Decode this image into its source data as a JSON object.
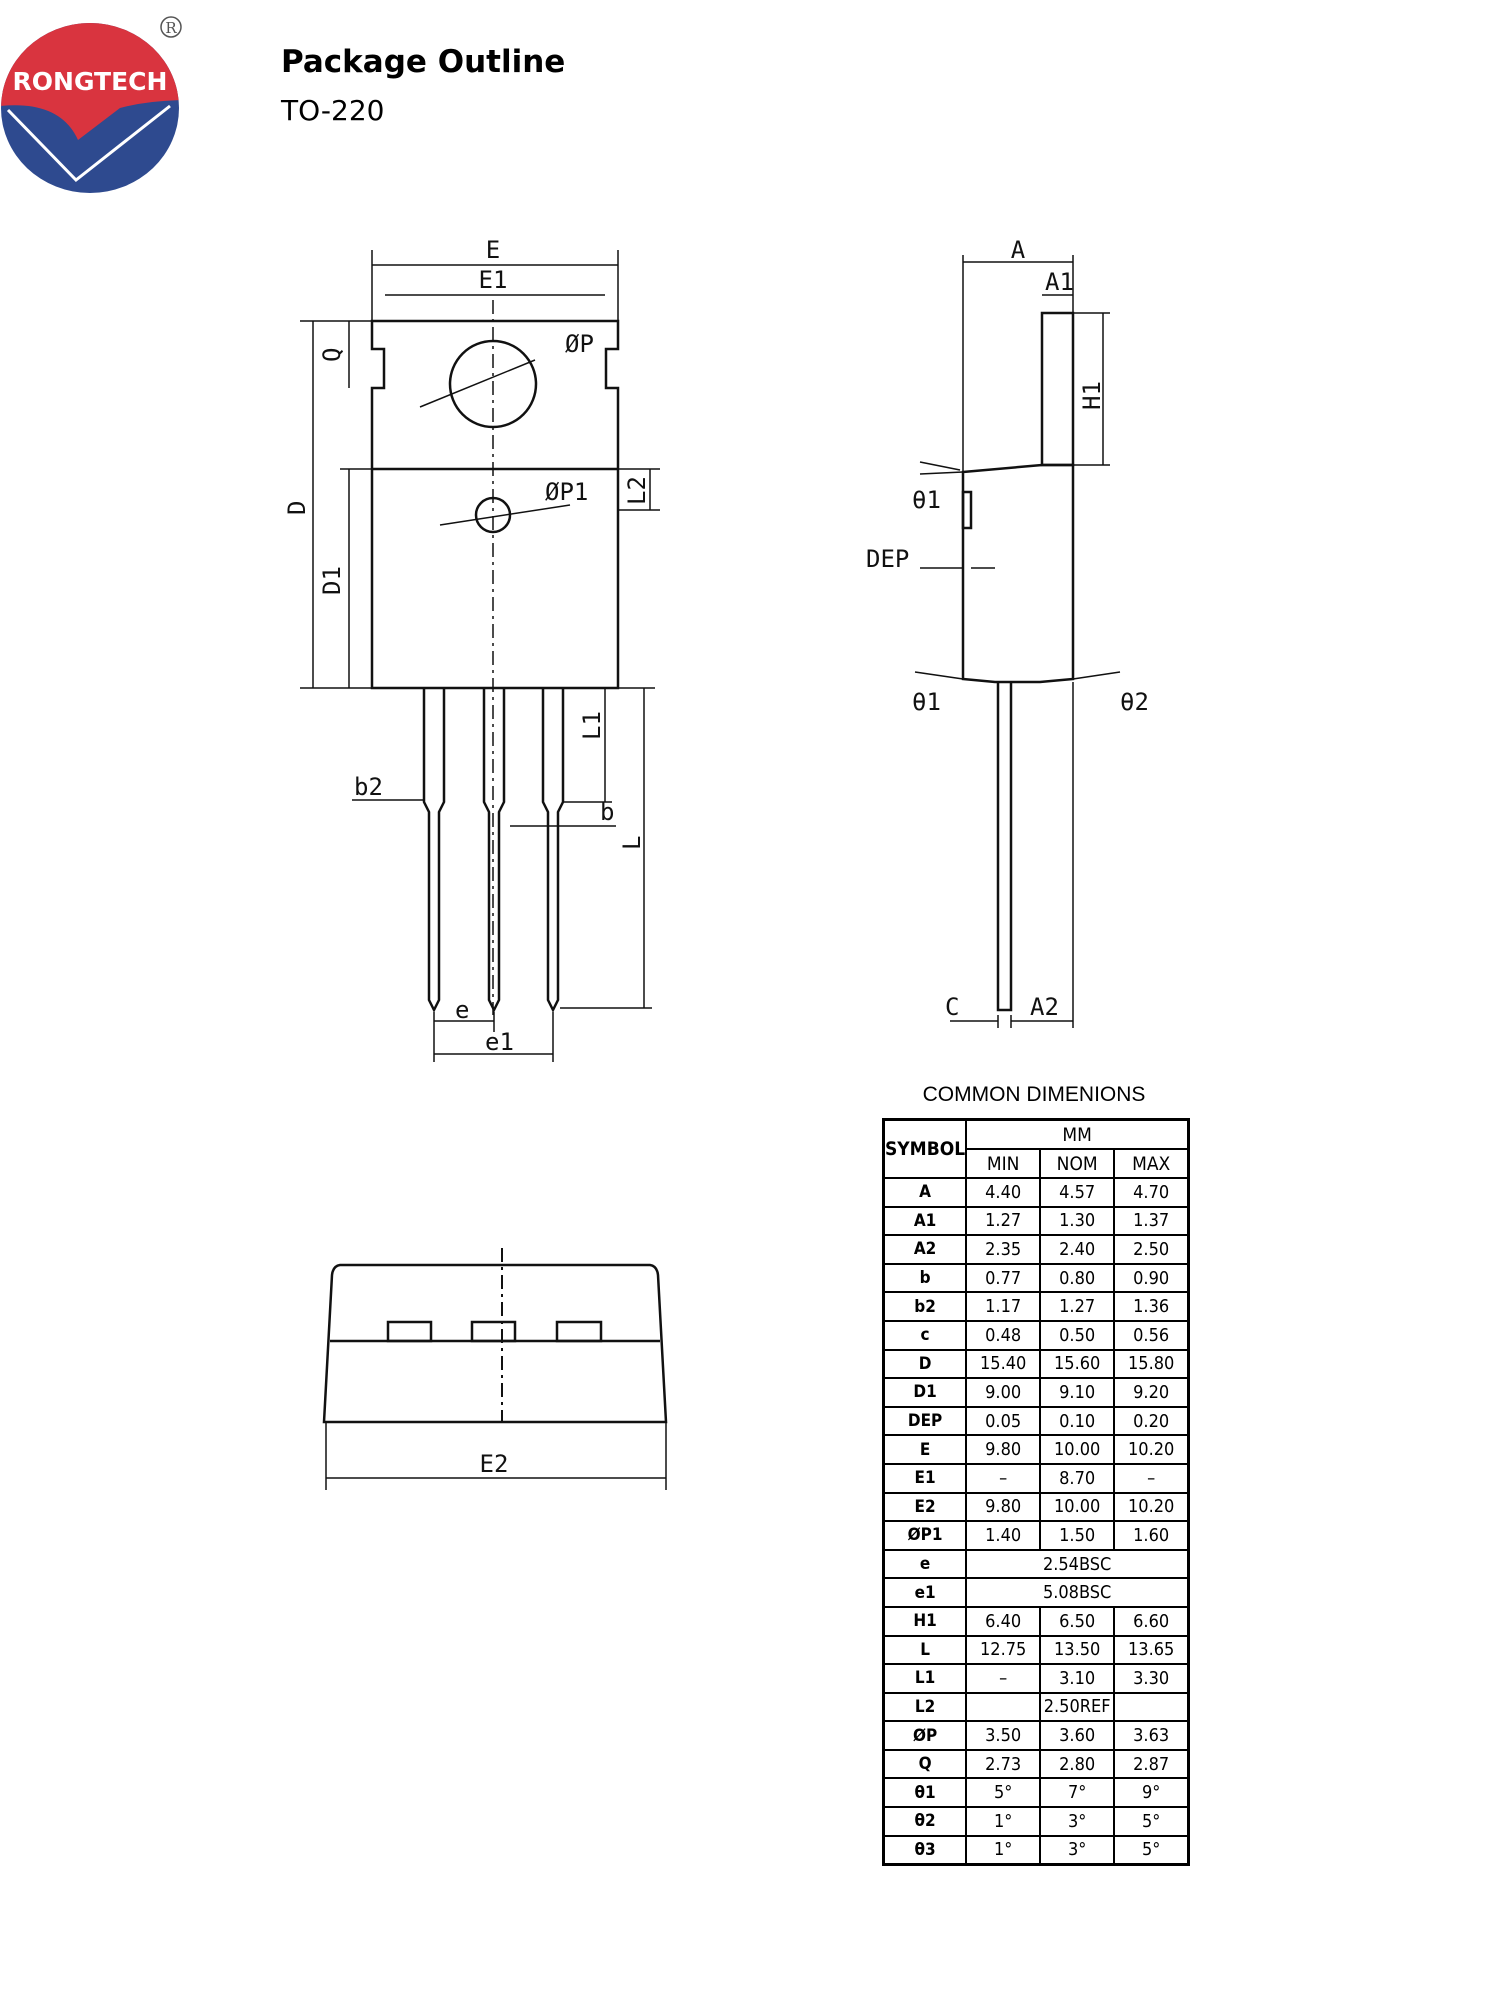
{
  "header": {
    "logo_text": "RONGTECH",
    "registered_mark": "®",
    "title": "Package Outline",
    "subtitle": "TO-220"
  },
  "colors": {
    "logo_red": "#d9343f",
    "logo_blue": "#2e4a8f"
  },
  "drawing_labels": {
    "front": {
      "E": "E",
      "E1": "E1",
      "phiP": "ØP",
      "phiP1": "ØP1",
      "Q": "Q",
      "D": "D",
      "D1": "D1",
      "L2": "L2",
      "L1": "L1",
      "L": "L",
      "b2": "b2",
      "b": "b",
      "e": "e",
      "e1": "e1"
    },
    "side": {
      "A": "A",
      "A1": "A1",
      "H1": "H1",
      "theta1_top": "θ1",
      "DEP": "DEP",
      "theta1_bottom": "θ1",
      "theta2": "θ2",
      "C": "C",
      "A2": "A2"
    },
    "bottom": {
      "E2": "E2"
    }
  },
  "table": {
    "title": "COMMON DIMENIONS",
    "symbol_header": "SYMBOL",
    "unit_header": "MM",
    "columns": [
      "MIN",
      "NOM",
      "MAX"
    ],
    "rows": [
      {
        "symbol": "A",
        "min": "4.40",
        "nom": "4.57",
        "max": "4.70"
      },
      {
        "symbol": "A1",
        "min": "1.27",
        "nom": "1.30",
        "max": "1.37"
      },
      {
        "symbol": "A2",
        "min": "2.35",
        "nom": "2.40",
        "max": "2.50"
      },
      {
        "symbol": "b",
        "min": "0.77",
        "nom": "0.80",
        "max": "0.90"
      },
      {
        "symbol": "b2",
        "min": "1.17",
        "nom": "1.27",
        "max": "1.36"
      },
      {
        "symbol": "c",
        "min": "0.48",
        "nom": "0.50",
        "max": "0.56"
      },
      {
        "symbol": "D",
        "min": "15.40",
        "nom": "15.60",
        "max": "15.80"
      },
      {
        "symbol": "D1",
        "min": "9.00",
        "nom": "9.10",
        "max": "9.20"
      },
      {
        "symbol": "DEP",
        "min": "0.05",
        "nom": "0.10",
        "max": "0.20"
      },
      {
        "symbol": "E",
        "min": "9.80",
        "nom": "10.00",
        "max": "10.20"
      },
      {
        "symbol": "E1",
        "min": "–",
        "nom": "8.70",
        "max": "–"
      },
      {
        "symbol": "E2",
        "min": "9.80",
        "nom": "10.00",
        "max": "10.20"
      },
      {
        "symbol": "ØP1",
        "min": "1.40",
        "nom": "1.50",
        "max": "1.60"
      },
      {
        "symbol": "e",
        "span": "2.54BSC"
      },
      {
        "symbol": "e1",
        "span": "5.08BSC"
      },
      {
        "symbol": "H1",
        "min": "6.40",
        "nom": "6.50",
        "max": "6.60"
      },
      {
        "symbol": "L",
        "min": "12.75",
        "nom": "13.50",
        "max": "13.65"
      },
      {
        "symbol": "L1",
        "min": "–",
        "nom": "3.10",
        "max": "3.30"
      },
      {
        "symbol": "L2",
        "min": "",
        "nom": "2.50REF",
        "max": ""
      },
      {
        "symbol": "ØP",
        "min": "3.50",
        "nom": "3.60",
        "max": "3.63"
      },
      {
        "symbol": "Q",
        "min": "2.73",
        "nom": "2.80",
        "max": "2.87"
      },
      {
        "symbol": "θ1",
        "min": "5°",
        "nom": "7°",
        "max": "9°"
      },
      {
        "symbol": "θ2",
        "min": "1°",
        "nom": "3°",
        "max": "5°"
      },
      {
        "symbol": "θ3",
        "min": "1°",
        "nom": "3°",
        "max": "5°"
      }
    ]
  }
}
